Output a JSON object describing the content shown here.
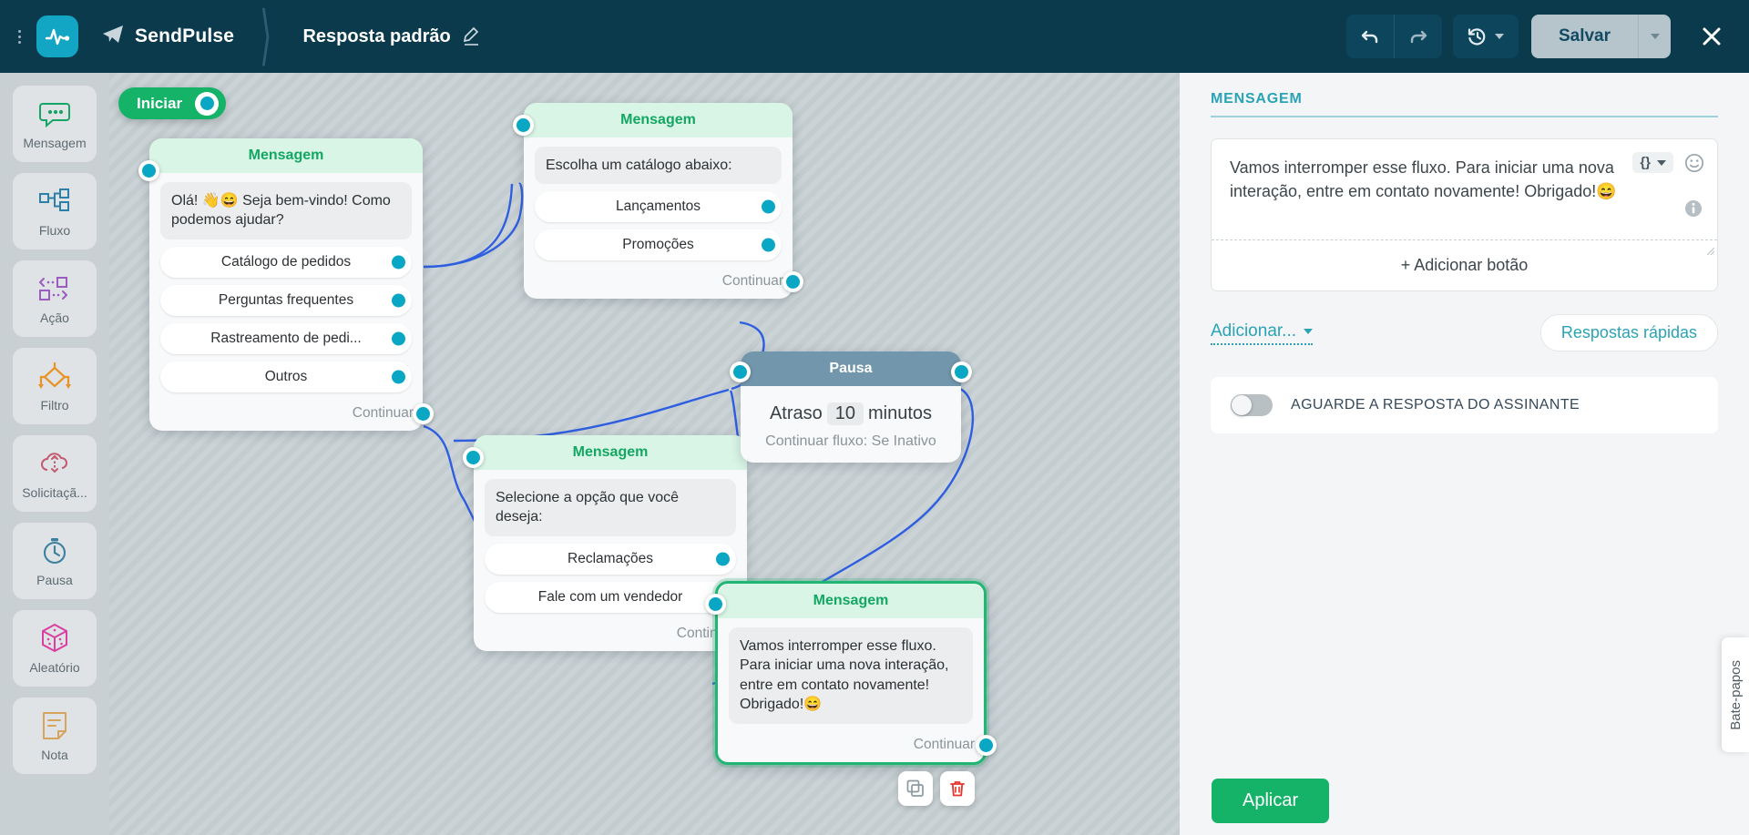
{
  "topbar": {
    "brand": "SendPulse",
    "flow_title": "Resposta padrão",
    "save_label": "Salvar",
    "icons": {
      "kebab": "kebab-menu-icon",
      "logo": "sendpulse-logo-icon",
      "telegram": "telegram-icon",
      "pencil": "edit-pencil-icon",
      "undo": "undo-icon",
      "redo": "redo-icon",
      "history": "history-clock-icon",
      "close": "close-icon"
    },
    "colors": {
      "bar": "#0b3a4d",
      "accent": "#12a6c4",
      "save_bg": "#b6c5cc"
    }
  },
  "sidebar": {
    "items": [
      {
        "label": "Mensagem",
        "icon": "chat-bubble-icon",
        "color": "#16a564"
      },
      {
        "label": "Fluxo",
        "icon": "flow-tree-icon",
        "color": "#2c7fa8"
      },
      {
        "label": "Ação",
        "icon": "action-arrows-icon",
        "color": "#9b5cc0"
      },
      {
        "label": "Filtro",
        "icon": "filter-diamond-icon",
        "color": "#e89227"
      },
      {
        "label": "Solicitaçã...",
        "icon": "cloud-request-icon",
        "color": "#c4596f"
      },
      {
        "label": "Pausa",
        "icon": "stopwatch-icon",
        "color": "#3d7f9e"
      },
      {
        "label": "Aleatório",
        "icon": "dice-icon",
        "color": "#d93fa0"
      },
      {
        "label": "Nota",
        "icon": "note-icon",
        "color": "#d6a45e"
      }
    ]
  },
  "canvas": {
    "start": {
      "label": "Iniciar"
    },
    "continue_label": "Continuar",
    "nodes": [
      {
        "id": "welcome",
        "type": "message",
        "title": "Mensagem",
        "text": "Olá! 👋😄 Seja bem-vindo! Como podemos ajudar?",
        "buttons": [
          "Catálogo de pedidos",
          "Perguntas frequentes",
          "Rastreamento de pedi...",
          "Outros"
        ]
      },
      {
        "id": "catalog",
        "type": "message",
        "title": "Mensagem",
        "text": "Escolha um catálogo abaixo:",
        "buttons": [
          "Lançamentos",
          "Promoções"
        ]
      },
      {
        "id": "options",
        "type": "message",
        "title": "Mensagem",
        "text": "Selecione a opção que você deseja:",
        "buttons": [
          "Reclamações",
          "Fale com um vendedor"
        ]
      },
      {
        "id": "pause",
        "type": "pause",
        "title": "Pausa",
        "delay_prefix": "Atraso",
        "delay_value": "10",
        "delay_unit": "minutos",
        "continue_mode": "Continuar fluxo: Se Inativo"
      },
      {
        "id": "closing",
        "type": "message",
        "title": "Mensagem",
        "selected": true,
        "text": "Vamos interromper esse fluxo. Para iniciar uma nova interação, entre em contato novamente! Obrigado!😄",
        "buttons": [],
        "actions": [
          {
            "icon": "copy-icon",
            "name": "duplicate-node-button"
          },
          {
            "icon": "trash-icon",
            "name": "delete-node-button"
          }
        ]
      }
    ]
  },
  "panel": {
    "section_title": "MENSAGEM",
    "message_value": "Vamos interromper esse fluxo. Para iniciar uma nova interação, entre em contato novamente! Obrigado!😄",
    "code_chip": "{}",
    "add_button_label": "+ Adicionar botão",
    "add_more_label": "Adicionar...",
    "quick_replies_label": "Respostas rápidas",
    "wait_toggle_label": "AGUARDE A RESPOSTA DO ASSINANTE",
    "wait_toggle_on": false,
    "apply_label": "Aplicar",
    "chat_tab_label": "Bate-papos",
    "colors": {
      "accent": "#2aa3b5",
      "apply": "#14b368"
    }
  }
}
